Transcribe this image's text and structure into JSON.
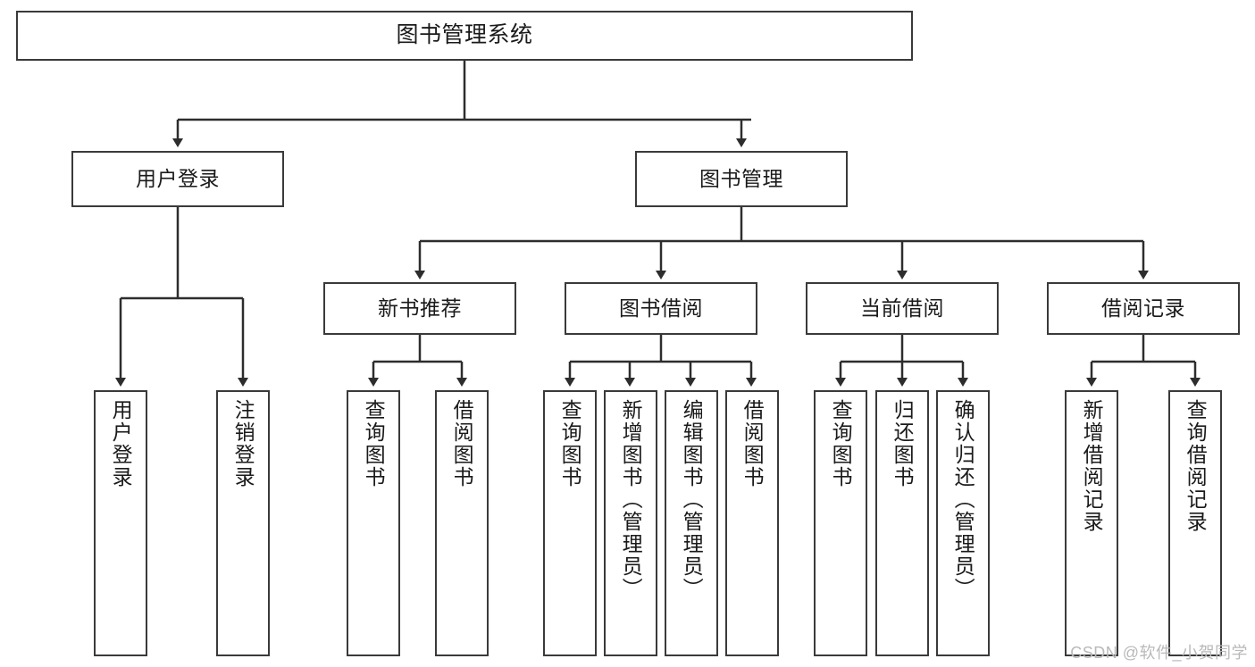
{
  "diagram": {
    "title": "图书管理系统",
    "type": "tree-hierarchy-diagram",
    "colors": {
      "box_border": "#3a3a3a",
      "box_fill": "#ffffff",
      "connector": "#2d2d2d",
      "text": "#1a1a1a",
      "watermark": "#b9b9b9",
      "background": "#ffffff"
    },
    "root": {
      "label": "图书管理系统"
    },
    "level2": [
      {
        "label": "用户登录"
      },
      {
        "label": "图书管理"
      }
    ],
    "level3": [
      {
        "label": "新书推荐"
      },
      {
        "label": "图书借阅"
      },
      {
        "label": "当前借阅"
      },
      {
        "label": "借阅记录"
      }
    ],
    "leaves": {
      "user_login": [
        {
          "label": "用户登录"
        },
        {
          "label": "注销登录"
        }
      ],
      "new_book_recommend": [
        {
          "label": "查询图书"
        },
        {
          "label": "借阅图书"
        }
      ],
      "book_borrow": [
        {
          "label": "查询图书"
        },
        {
          "label": "新增图书（管理员）"
        },
        {
          "label": "编辑图书（管理员）"
        },
        {
          "label": "借阅图书"
        }
      ],
      "current_borrow": [
        {
          "label": "查询图书"
        },
        {
          "label": "归还图书"
        },
        {
          "label": "确认归还（管理员）"
        }
      ],
      "borrow_record": [
        {
          "label": "新增借阅记录"
        },
        {
          "label": "查询借阅记录"
        }
      ]
    },
    "watermark": "CSDN @软件_小贺同学"
  }
}
